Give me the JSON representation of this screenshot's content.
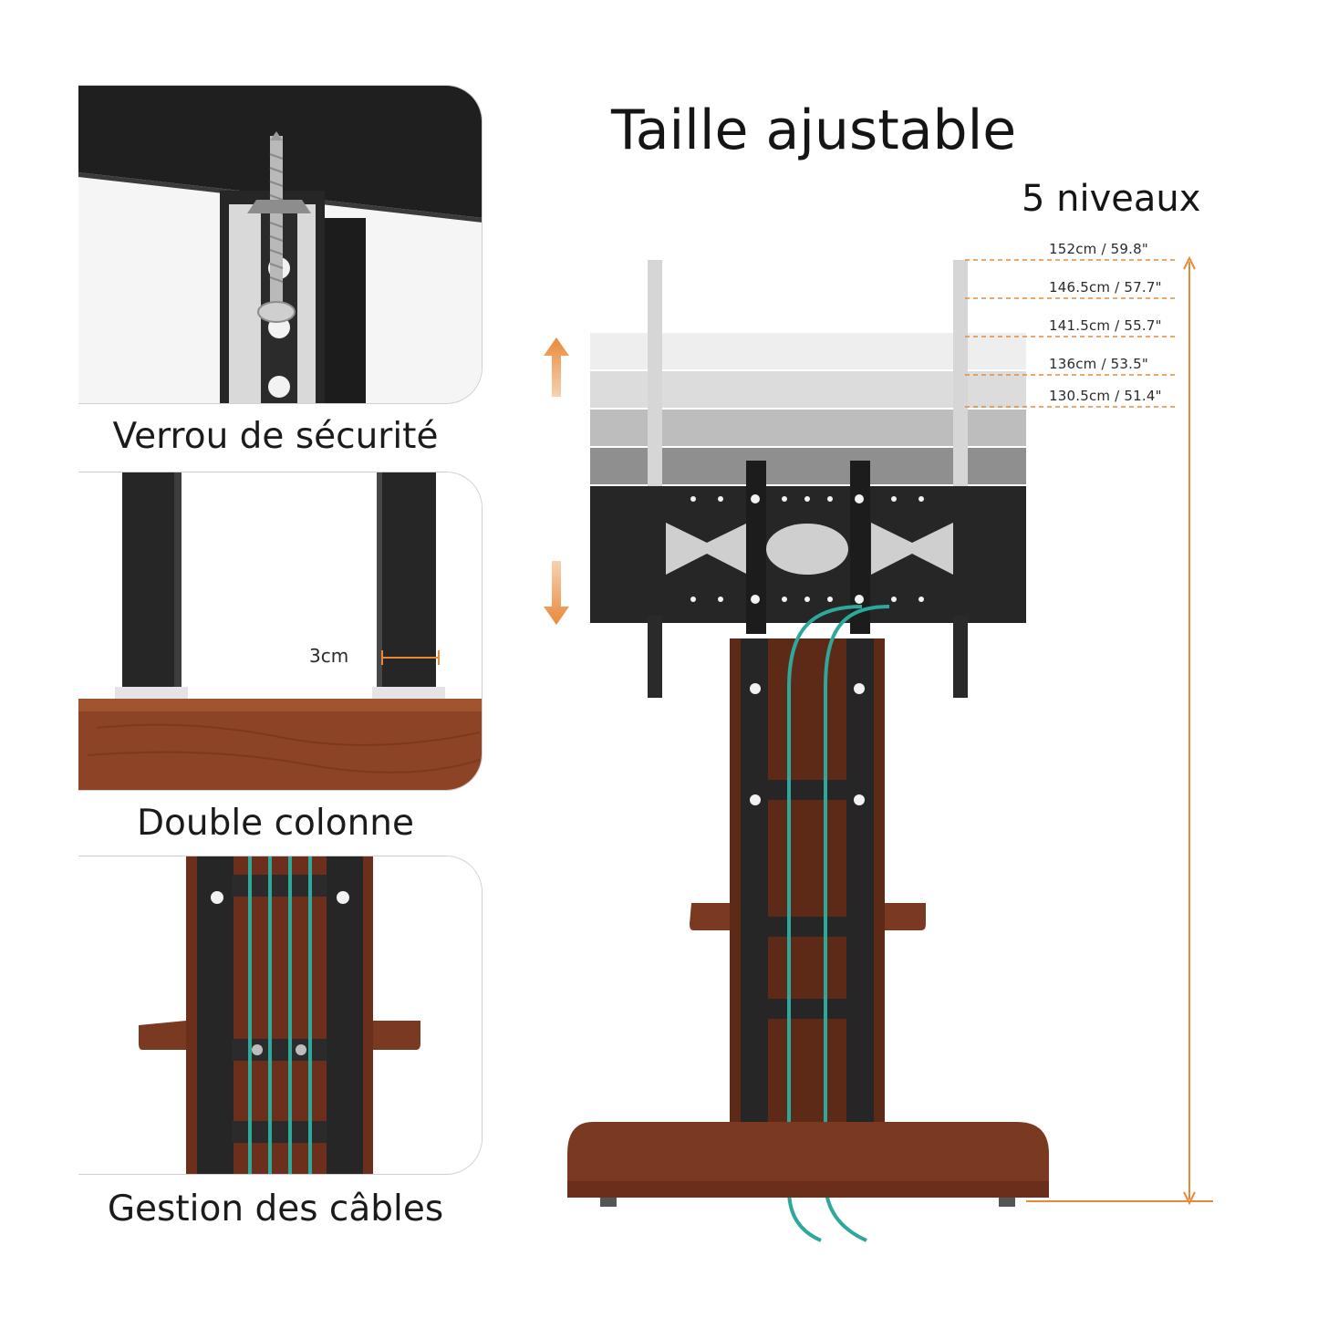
{
  "title": "Taille ajustable",
  "levels_label": "5 niveaux",
  "heights": [
    {
      "label": "152cm / 59.8\""
    },
    {
      "label": "146.5cm / 57.7\""
    },
    {
      "label": "141.5cm / 55.7\""
    },
    {
      "label": "136cm / 53.5\""
    },
    {
      "label": "130.5cm / 51.4\""
    }
  ],
  "features": {
    "lock": {
      "caption": "Verrou de sécurité"
    },
    "column": {
      "caption": "Double colonne",
      "width_label": "3cm"
    },
    "cables": {
      "caption": "Gestion des câbles"
    }
  },
  "colors": {
    "accent": "#e8893a",
    "cable": "#2ea89a",
    "wood": "#7a3a22",
    "metal": "#232323"
  }
}
